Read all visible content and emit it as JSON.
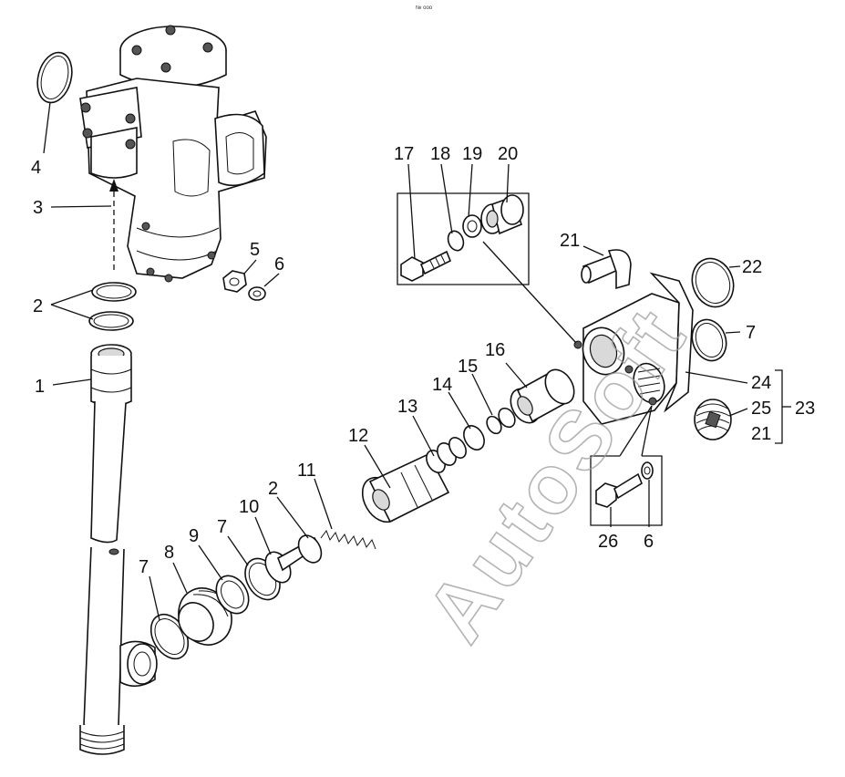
{
  "watermark": "AutoSoft",
  "top_mark": "№ ooo",
  "labels": {
    "l1": "1",
    "l2a": "2",
    "l2b": "2",
    "l3": "3",
    "l4": "4",
    "l5": "5",
    "l6a": "6",
    "l6b": "6",
    "l7a": "7",
    "l7b": "7",
    "l7c": "7",
    "l8": "8",
    "l9": "9",
    "l10": "10",
    "l11": "11",
    "l12": "12",
    "l13": "13",
    "l14": "14",
    "l15": "15",
    "l16": "16",
    "l17": "17",
    "l18": "18",
    "l19": "19",
    "l20": "20",
    "l21a": "21",
    "l21b": "21",
    "l22": "22",
    "l23": "23",
    "l24": "24",
    "l25": "25",
    "l26": "26"
  }
}
